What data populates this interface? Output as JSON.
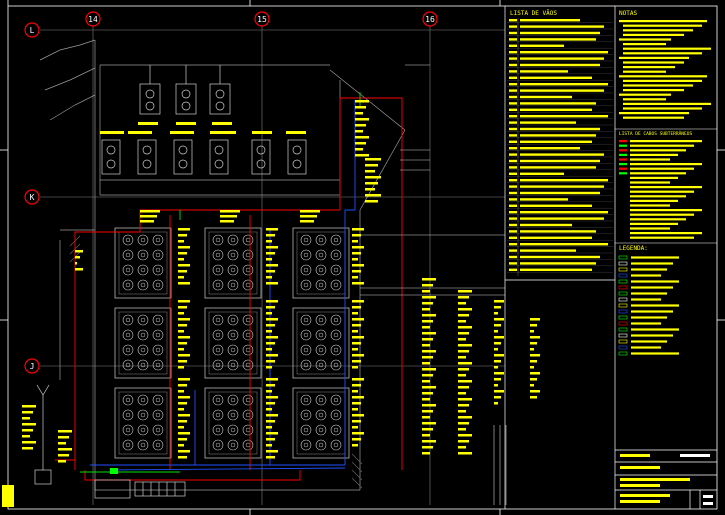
{
  "grid": {
    "columns": [
      "14",
      "15",
      "16"
    ],
    "rows": [
      "L",
      "K",
      "J"
    ]
  },
  "lista_de_vaos": {
    "title": "LISTA DE VÃOS"
  },
  "notas": {
    "title": "NOTAS"
  },
  "secondary_panel": {
    "title": "LISTA DE CABOS SUBTERRÂNEOS"
  },
  "legenda": {
    "title": "LEGENDA:"
  },
  "colors": {
    "background": "#000000",
    "frame": "#ffffff",
    "primary_text": "#ffff00",
    "cable_red": "#ff0000",
    "cable_blue": "#0000ff",
    "cable_green": "#00ff00",
    "grid_lines": "#7f7f7f",
    "equipment": "#cccccc",
    "column_marker": "#ff0000"
  }
}
